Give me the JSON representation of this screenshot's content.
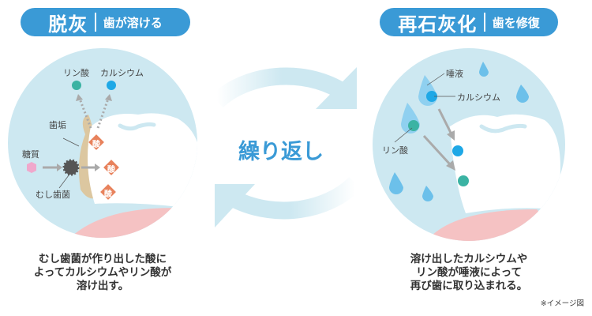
{
  "left": {
    "badge_main": "脱灰",
    "badge_sub": "歯が溶ける",
    "labels": {
      "phosphate": "リン酸",
      "calcium": "カルシウム",
      "plaque": "歯垢",
      "sugar": "糖質",
      "bacteria": "むし歯菌",
      "acid": "酸"
    },
    "caption": [
      "むし歯菌が作り出した酸に",
      "よってカルシウムやリン酸が",
      "溶け出す。"
    ]
  },
  "center": {
    "label": "繰り返し"
  },
  "right": {
    "badge_main": "再石灰化",
    "badge_sub": "歯を修復",
    "labels": {
      "saliva": "唾液",
      "calcium": "カルシウム",
      "phosphate": "リン酸"
    },
    "caption": [
      "溶け出したカルシウムや",
      "リン酸が唾液によって",
      "再び歯に取り込まれる。"
    ]
  },
  "note": "※イメージ図",
  "colors": {
    "accent": "#3a9ad6",
    "circle": "#cde8f1",
    "calcium": "#1ea8e6",
    "phosphate": "#3bb3a3",
    "acid": "#e8825c",
    "gum": "#f5c2c3",
    "plaque": "#dcc7a0"
  }
}
